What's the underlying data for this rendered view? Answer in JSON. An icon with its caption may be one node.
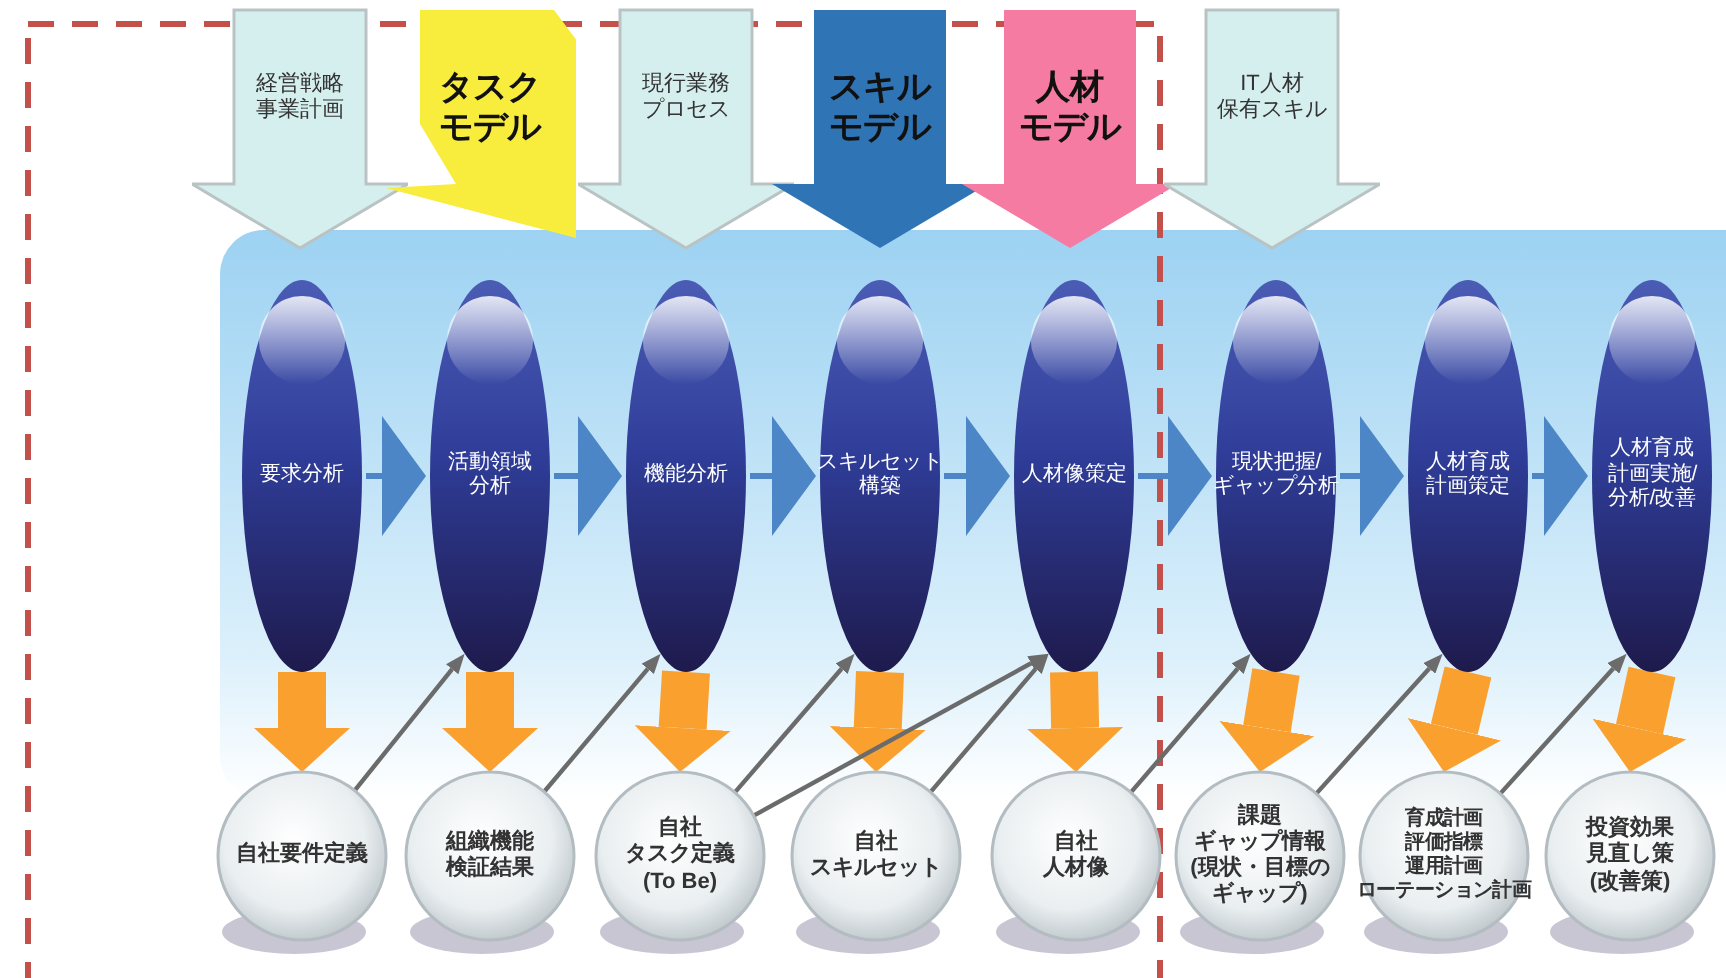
{
  "diagram": {
    "nodes": [
      {
        "text": [
          "経営戦略事業計画"
        ]
      },
      {
        "text": [
          "タスクモデル"
        ]
      },
      {
        "text": [
          "現行業務プロセス"
        ]
      },
      {
        "text": [
          "スキルモデル"
        ]
      },
      {
        "text": [
          "人材モデル"
        ]
      },
      {
        "text": [
          "IT人材保有スキル"
        ]
      },
      {
        "text": [
          "要求分析"
        ]
      },
      {
        "text": [
          "活動領域分析"
        ]
      },
      {
        "text": [
          "機能分析"
        ]
      },
      {
        "text": [
          "スキルセット構築"
        ]
      },
      {
        "text": [
          "人材像策定"
        ]
      },
      {
        "text": [
          "現状把握/ギャップ分析"
        ]
      },
      {
        "text": [
          "人材育成計画策定"
        ]
      },
      {
        "text": [
          "人材育成計画実施/分析/改善"
        ]
      },
      {
        "text": [
          "自社要件定義"
        ]
      },
      {
        "text": [
          "組織機能検証結果"
        ]
      },
      {
        "text": [
          "自社タスク定義(To Be)"
        ]
      },
      {
        "text": [
          "自社スキルセット"
        ]
      },
      {
        "text": [
          "自社人材像"
        ]
      },
      {
        "text": [
          "課題ギャップ情報(現状・目標のギャップ)"
        ]
      },
      {
        "text": [
          "育成計画",
          "評価指標",
          "運用計画",
          "ローテーション計画"
        ]
      },
      {
        "text": [
          "投資効果見直し策(改善策)"
        ]
      }
    ],
    "edges": [
      {
        "from": 6,
        "to": 7,
        "arrow": "to",
        "color": "#4d86c6"
      },
      {
        "from": 7,
        "to": 8,
        "arrow": "to",
        "color": "#4d86c6"
      },
      {
        "from": 8,
        "to": 9,
        "arrow": "to",
        "color": "#4d86c6"
      },
      {
        "from": 9,
        "to": 10,
        "arrow": "to",
        "color": "#4d86c6"
      },
      {
        "from": 10,
        "to": 11,
        "arrow": "to",
        "color": "#4d86c6"
      },
      {
        "from": 11,
        "to": 12,
        "arrow": "to",
        "color": "#4d86c6"
      },
      {
        "from": 12,
        "to": 13,
        "arrow": "to",
        "color": "#4d86c6"
      },
      {
        "from": 6,
        "to": 14,
        "arrow": "to",
        "style": "thick",
        "color": "#f9a02f"
      },
      {
        "from": 7,
        "to": 15,
        "arrow": "to",
        "style": "thick",
        "color": "#f9a02f"
      },
      {
        "from": 8,
        "to": 16,
        "arrow": "to",
        "style": "thick",
        "color": "#f9a02f"
      },
      {
        "from": 9,
        "to": 17,
        "arrow": "to",
        "style": "thick",
        "color": "#f9a02f"
      },
      {
        "from": 10,
        "to": 18,
        "arrow": "to",
        "style": "thick",
        "color": "#f9a02f"
      },
      {
        "from": 11,
        "to": 19,
        "arrow": "to",
        "style": "thick",
        "color": "#f9a02f"
      },
      {
        "from": 12,
        "to": 20,
        "arrow": "to",
        "style": "thick",
        "color": "#f9a02f"
      },
      {
        "from": 13,
        "to": 21,
        "arrow": "to",
        "style": "thick",
        "color": "#f9a02f"
      },
      {
        "from": 14,
        "to": 7,
        "arrow": "to",
        "color": "#6b6b6b"
      },
      {
        "from": 15,
        "to": 8,
        "arrow": "to",
        "color": "#6b6b6b"
      },
      {
        "from": 16,
        "to": 9,
        "arrow": "to",
        "color": "#6b6b6b"
      },
      {
        "from": 16,
        "to": 10,
        "arrow": "to",
        "color": "#6b6b6b"
      },
      {
        "from": 17,
        "to": 10,
        "arrow": "to",
        "color": "#6b6b6b"
      },
      {
        "from": 18,
        "to": 11,
        "arrow": "to",
        "color": "#6b6b6b"
      },
      {
        "from": 19,
        "to": 12,
        "arrow": "to",
        "color": "#6b6b6b"
      },
      {
        "from": 20,
        "to": 13,
        "arrow": "to",
        "color": "#6b6b6b"
      }
    ]
  }
}
